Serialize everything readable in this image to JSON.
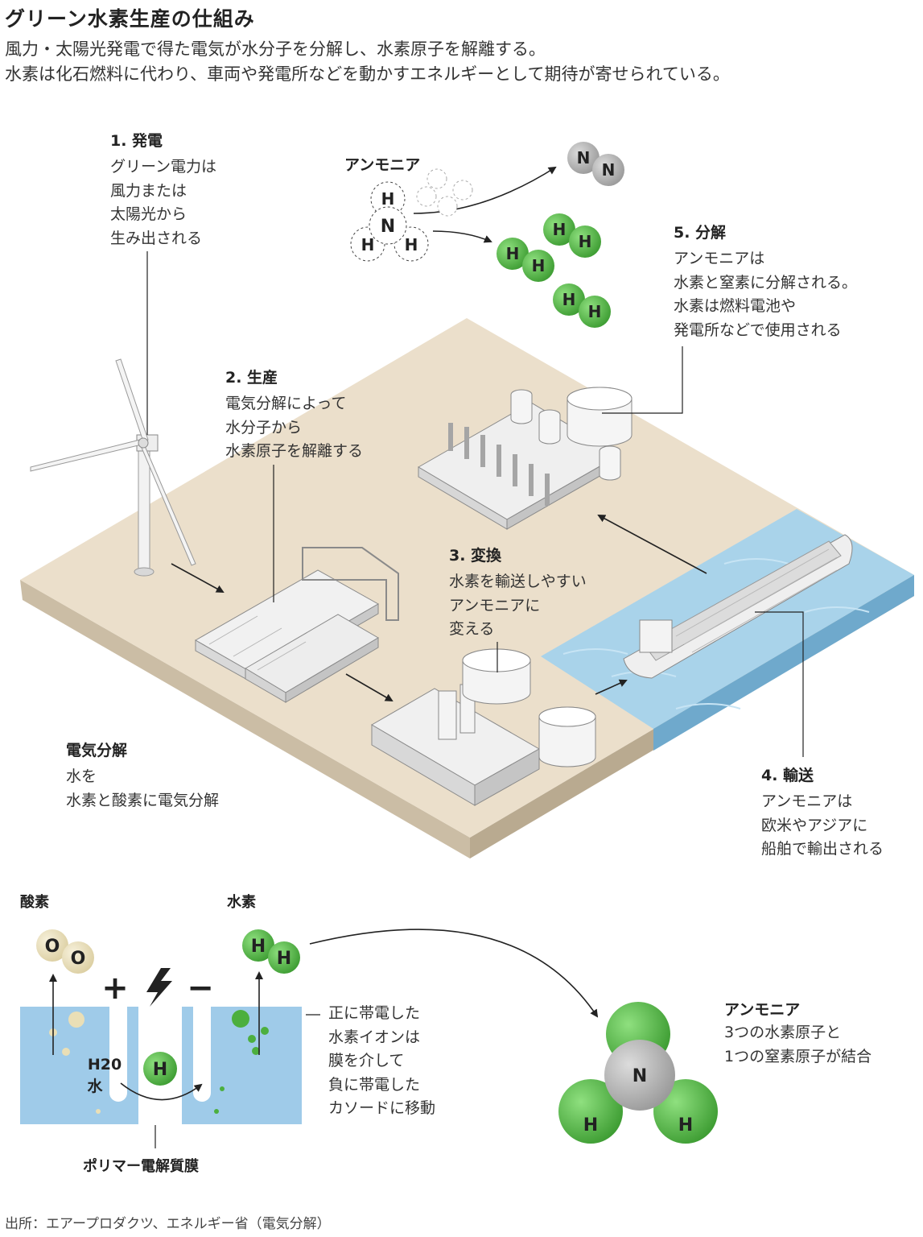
{
  "header": {
    "title": "グリーン水素生産の仕組み",
    "subtitle_line1": "風力・太陽光発電で得た電気が水分子を分解し、水素原子を解離する。",
    "subtitle_line2": "水素は化石燃料に代わり、車両や発電所などを動かすエネルギーとして期待が寄せられている。"
  },
  "steps": {
    "s1": {
      "heading": "1. 発電",
      "lines": [
        "グリーン電力は",
        "風力または",
        "太陽光から",
        "生み出される"
      ]
    },
    "s2": {
      "heading": "2. 生産",
      "lines": [
        "電気分解によって",
        "水分子から",
        "水素原子を解離する"
      ]
    },
    "s3": {
      "heading": "3. 変換",
      "lines": [
        "水素を輸送しやすい",
        "アンモニアに",
        "変える"
      ]
    },
    "s4": {
      "heading": "4. 輸送",
      "lines": [
        "アンモニアは",
        "欧米やアジアに",
        "船舶で輸出される"
      ]
    },
    "s5": {
      "heading": "5. 分解",
      "lines": [
        "アンモニアは",
        "水素と窒素に分解される。",
        "水素は燃料電池や",
        "発電所などで使用される"
      ]
    }
  },
  "electrolysis": {
    "heading": "電気分解",
    "lines": [
      "水を",
      "水素と酸素に電気分解"
    ]
  },
  "top_molecule": {
    "label": "アンモニア",
    "n": "N",
    "h": "H"
  },
  "bottom": {
    "oxygen_label": "酸素",
    "hydrogen_label": "水素",
    "o": "O",
    "h": "H",
    "n": "N",
    "plus": "+",
    "minus": "−",
    "water_line1": "H20",
    "water_line2": "水",
    "membrane_label": "ポリマー電解質膜",
    "ion_note": [
      "正に帯電した",
      "水素イオンは",
      "膜を介して",
      "負に帯電した",
      "カソードに移動"
    ],
    "ammonia_heading": "アンモニア",
    "ammonia_lines": [
      "3つの水素原子と",
      "1つの窒素原子が結合"
    ]
  },
  "source": "出所：エアープロダクツ、エネルギー省（電気分解）",
  "colors": {
    "ground": "#ebdfcb",
    "ground_side_left": "#cbbda5",
    "ground_side_right": "#b9aa90",
    "sea": "#a9d3ea",
    "sea_side": "#6fa9cc",
    "hydrogen_green": "#4caf3e",
    "nitrogen_gray": "#b5b5b5",
    "oxygen_beige": "#e8ddb8",
    "tank_blue": "#9fcbe9"
  }
}
